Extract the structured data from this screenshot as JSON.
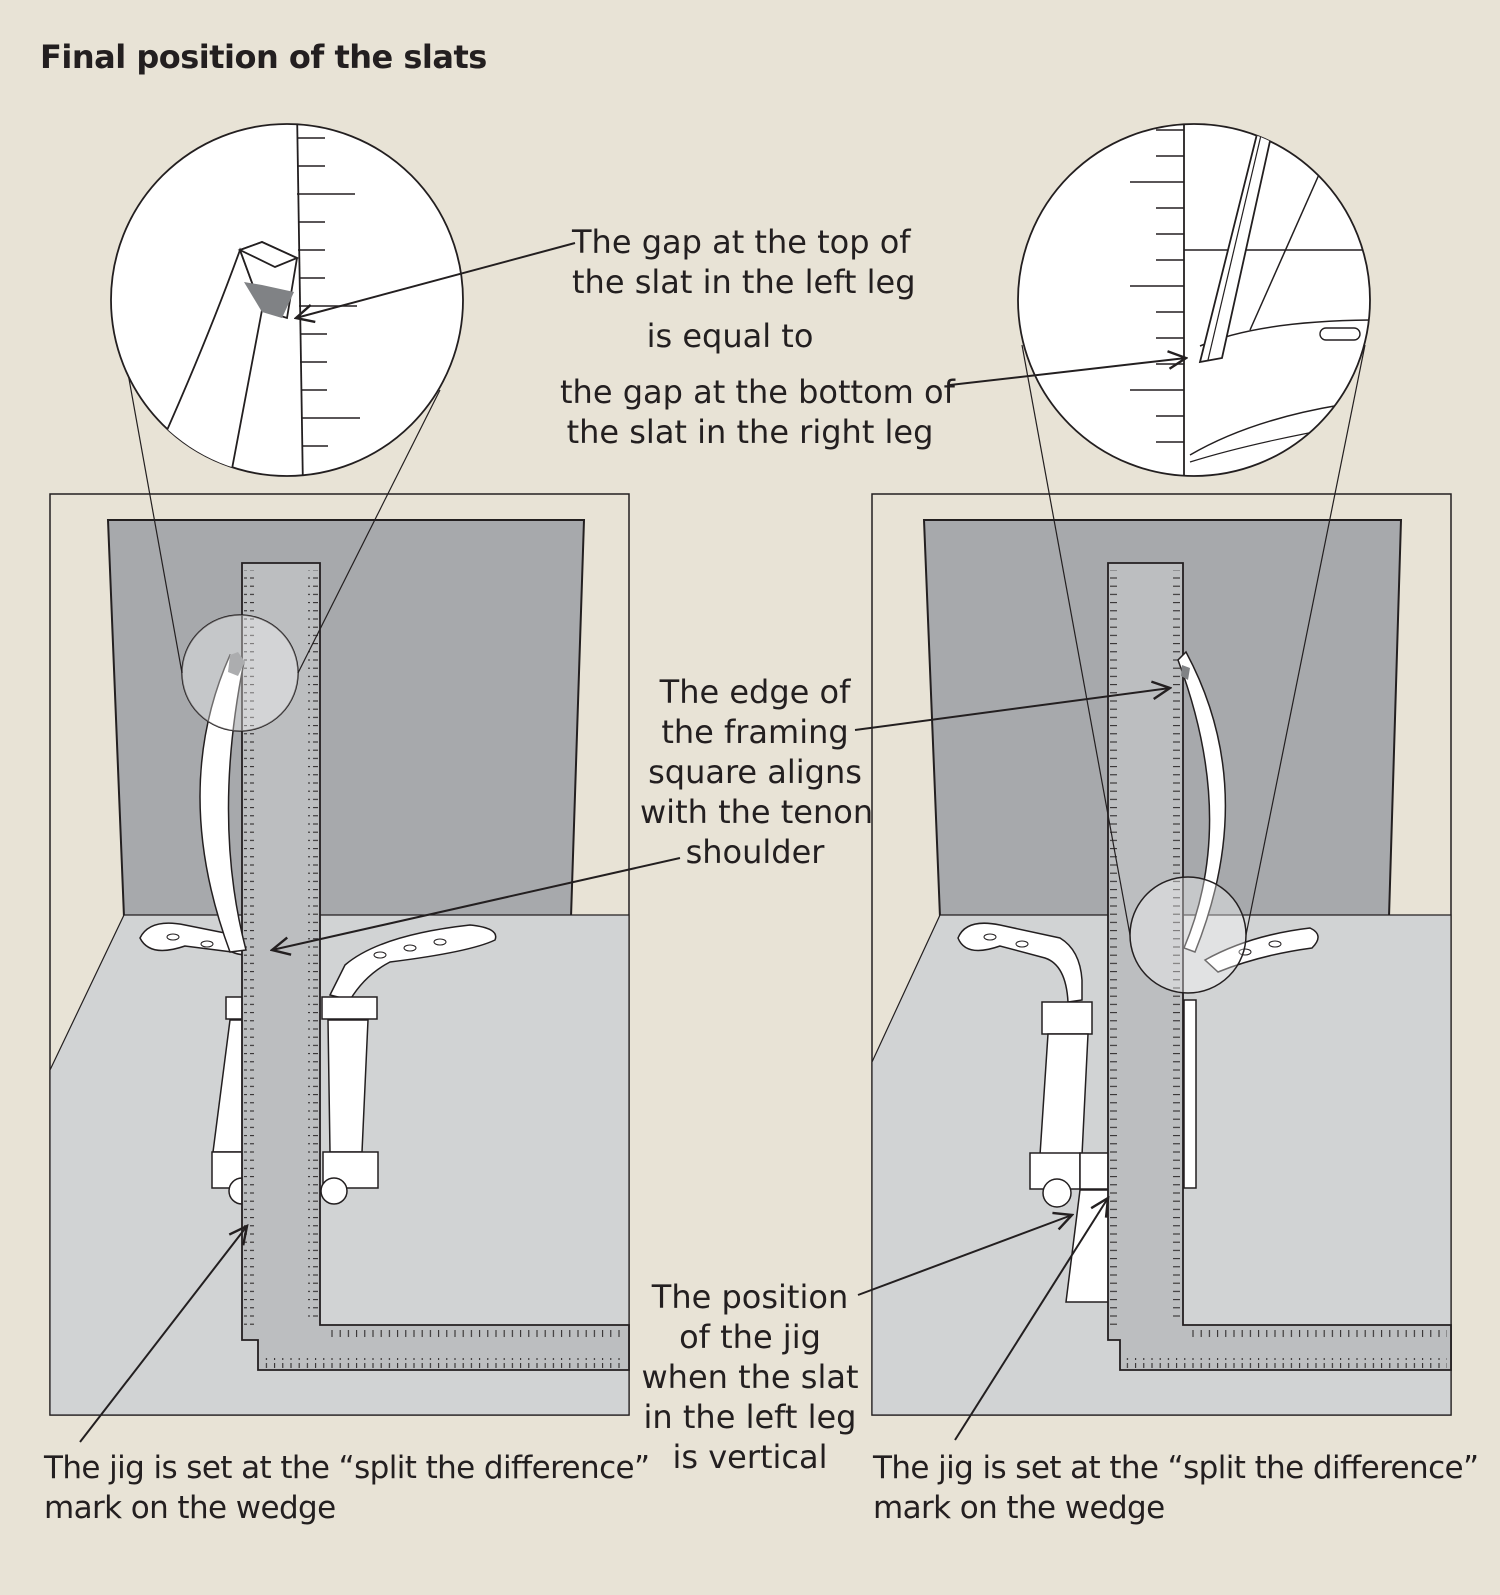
{
  "title": "Final position of the slats",
  "callouts": {
    "gap_top": [
      "The gap at the top of",
      "the slat in the left leg"
    ],
    "equal": "is equal to",
    "gap_bottom": [
      "the gap at the bottom of",
      "the slat in the right leg"
    ],
    "edge": [
      "The edge of",
      "the framing",
      "square aligns",
      "with the tenon",
      "shoulder"
    ],
    "position": [
      "The position",
      "of the jig",
      "when the slat",
      "in the left leg",
      "is vertical"
    ],
    "jig_left": [
      "The jig is set at the “split the difference”",
      "mark on the wedge"
    ],
    "jig_right": [
      "The jig is set at the “split the difference”",
      "mark on the wedge"
    ]
  },
  "colors": {
    "background": "#e8e3d6",
    "back_panel": "#a7a9ac",
    "floor": "#d1d3d4",
    "square": "#bcbec0",
    "line": "#231f20"
  }
}
